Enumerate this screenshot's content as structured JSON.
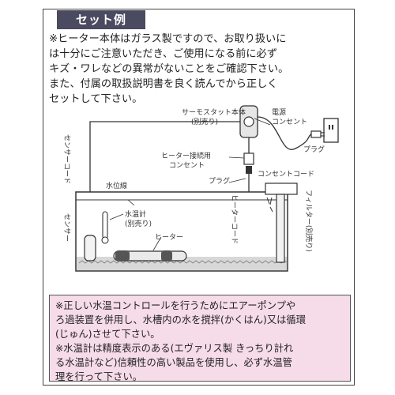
{
  "title": "セット例",
  "intro_lines": [
    "※ヒーター本体はガラス製ですので、お取り扱いに",
    "は十分にご注意いただき、ご使用になる前に必ず",
    "キズ・ワレなどの異常がないことをご確認下さい。",
    "また、付属の取扱説明書を良く読んでから正しく",
    "セットして下さい。"
  ],
  "labels": {
    "thermostat_main": "サーモスタット本体",
    "thermostat_sold": "(別売り)",
    "power_outlet_1": "電源",
    "power_outlet_2": "コンセント",
    "plug_top": "プラグ",
    "heater_outlet_1": "ヒーター接続用",
    "heater_outlet_2": "コンセント",
    "outlet_cord": "コンセントコード",
    "plug_mid": "プラグ",
    "water_level": "水位線",
    "thermometer_1": "水温計",
    "thermometer_2": "(別売り)",
    "heater": "ヒーター",
    "sensor_cord": "センサーコード",
    "sensor": "センサー",
    "heater_cord": "ヒーターコード",
    "filter": "フィルター(別売り)"
  },
  "notes": [
    "※正しい水温コントロールを行うためにエアーポンプや",
    "ろ過装置を併用し、水槽内の水を撹拌(かくはん)又は循環",
    "(じゅん)させて下さい。",
    "※水温計は精度表示のある(エヴァリス製 きっちり計れ",
    "る水温計など)信頼性の高い製品を使用し、必ず水温管",
    "理を行って下さい。"
  ],
  "colors": {
    "badge_bg": "#4a4a60",
    "note_bg": "#f6dbe8",
    "line": "#333333"
  }
}
